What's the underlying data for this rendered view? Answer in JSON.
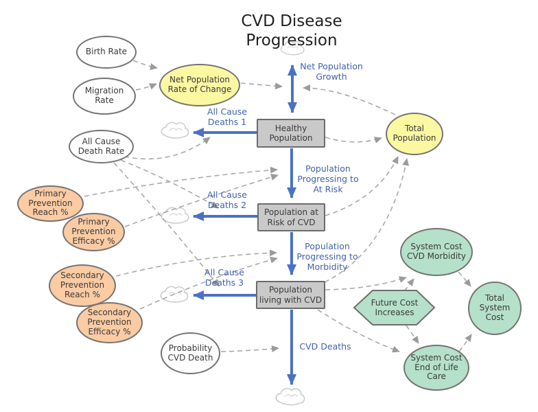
{
  "title": [
    "CVD Disease",
    "Progression"
  ],
  "v": {
    "birth_rate": [
      "Birth Rate"
    ],
    "migration_rate": [
      "Migration",
      "Rate"
    ],
    "net_pop_rate": [
      "Net Population",
      "Rate of Change"
    ],
    "all_cause_death_rate": [
      "All Cause",
      "Death Rate"
    ],
    "primary_reach": [
      "Primary",
      "Prevention",
      "Reach %"
    ],
    "primary_efficacy": [
      "Primary",
      "Prevention",
      "Efficacy %"
    ],
    "secondary_reach": [
      "Secondary",
      "Prevention",
      "Reach %"
    ],
    "secondary_efficacy": [
      "Secondary",
      "Prevention",
      "Efficacy %"
    ],
    "probability_cvd_death": [
      "Probability",
      "CVD Death"
    ],
    "total_population": [
      "Total",
      "Population"
    ],
    "system_cost_morbidity": [
      "System Cost",
      "CVD Morbidity"
    ],
    "future_cost_increases": [
      "Future Cost",
      "Increases"
    ],
    "total_system_cost": [
      "Total",
      "System",
      "Cost"
    ],
    "system_cost_eol": [
      "System Cost",
      "End of Life",
      "Care"
    ]
  },
  "stocks": {
    "healthy": [
      "Healthy",
      "Population"
    ],
    "at_risk": [
      "Population at",
      "Risk of CVD"
    ],
    "living_cvd": [
      "Population",
      "living with CVD"
    ]
  },
  "flows": {
    "net_population_growth": [
      "Net Population",
      "Growth"
    ],
    "all_cause_deaths_1": [
      "All Cause",
      "Deaths 1"
    ],
    "prog_at_risk": [
      "Population",
      "Progressing to",
      "At Risk"
    ],
    "all_cause_deaths_2": [
      "All Cause",
      "Deaths 2"
    ],
    "prog_morbidity": [
      "Population",
      "Progressing to",
      "Morbidity"
    ],
    "all_cause_deaths_3": [
      "All Cause",
      "Deaths 3"
    ],
    "cvd_deaths": [
      "CVD Deaths"
    ]
  },
  "colors": {
    "flow_blue": "#4a72c4",
    "flow_label_blue": "#3f62ae",
    "connector_gray": "#a8a8a8",
    "stock_fill": "#c9c9c9",
    "variable_yellow": "#fbf8a2",
    "variable_peach": "#fbcba3",
    "variable_green": "#b5e0c9",
    "border_gray": "#737373"
  }
}
